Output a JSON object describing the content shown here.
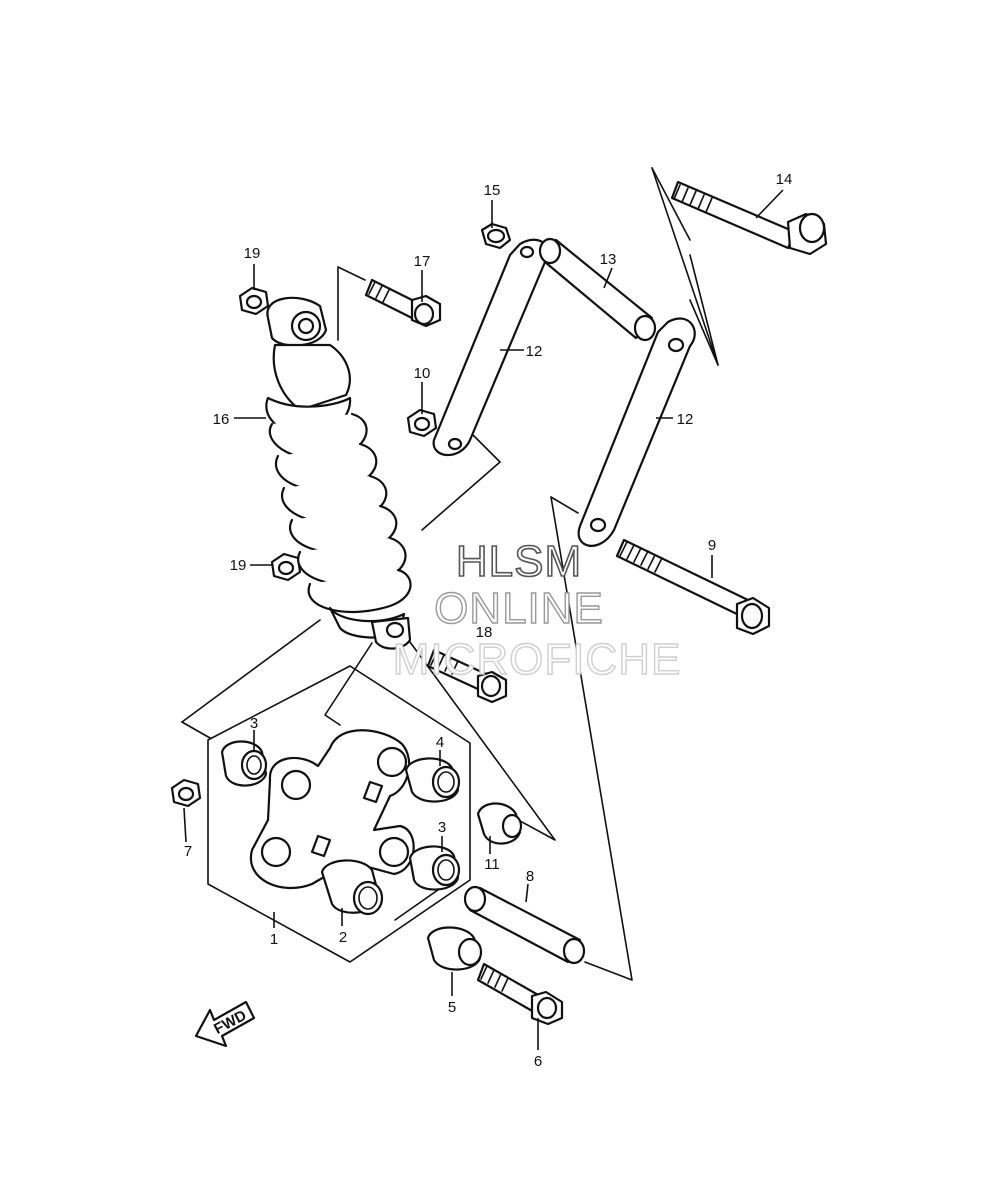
{
  "parts": [
    {
      "id": "p1",
      "label": "1"
    },
    {
      "id": "p2",
      "label": "2"
    },
    {
      "id": "p3a",
      "label": "3"
    },
    {
      "id": "p3b",
      "label": "3"
    },
    {
      "id": "p4",
      "label": "4"
    },
    {
      "id": "p5",
      "label": "5"
    },
    {
      "id": "p6",
      "label": "6"
    },
    {
      "id": "p7",
      "label": "7"
    },
    {
      "id": "p8",
      "label": "8"
    },
    {
      "id": "p9",
      "label": "9"
    },
    {
      "id": "p10",
      "label": "10"
    },
    {
      "id": "p11",
      "label": "11"
    },
    {
      "id": "p12a",
      "label": "12"
    },
    {
      "id": "p12b",
      "label": "12"
    },
    {
      "id": "p13",
      "label": "13"
    },
    {
      "id": "p14",
      "label": "14"
    },
    {
      "id": "p15",
      "label": "15"
    },
    {
      "id": "p16",
      "label": "16"
    },
    {
      "id": "p17",
      "label": "17"
    },
    {
      "id": "p18",
      "label": "18"
    },
    {
      "id": "p19a",
      "label": "19"
    },
    {
      "id": "p19b",
      "label": "19"
    }
  ],
  "watermark": {
    "line1": "HLSM",
    "line2": "ONLINE",
    "line3": "MICROFICHE"
  },
  "direction_label": "FWD"
}
